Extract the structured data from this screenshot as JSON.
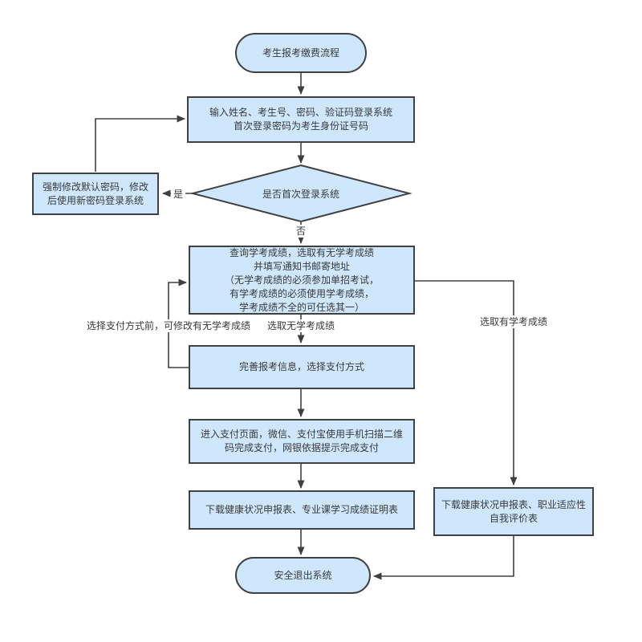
{
  "diagram_title": "考生报考缴费流程",
  "colors": {
    "node_fill": "#CFE7FC",
    "node_border": "#404040",
    "text": "#3A3A3A",
    "line": "#404040",
    "background": "#FFFFFF"
  },
  "nodes": {
    "start": {
      "label": "考生报考缴费流程",
      "shape": "stadium"
    },
    "login": {
      "label": "输入姓名、考生号、密码、验证码登录系统\n首次登录密码为考生身份证号码",
      "shape": "rect"
    },
    "force_change_password": {
      "label": "强制修改默认密码，修改\n后使用新密码登录系统",
      "shape": "rect"
    },
    "first_login_decision": {
      "label": "是否首次登录系统",
      "shape": "diamond"
    },
    "query_scores": {
      "label": "查询学考成绩，选取有无学考成绩\n并填写通知书邮寄地址\n（无学考成绩的必须参加单招考试，\n有学考成绩的必须使用学考成绩，\n学考成绩不全的可任选其一）",
      "shape": "rect"
    },
    "complete_info": {
      "label": "完善报考信息，选择支付方式",
      "shape": "rect"
    },
    "payment": {
      "label": "进入支付页面，微信、支付宝使用手机扫描二维\n码完成支付，网银依据提示完成支付",
      "shape": "rect"
    },
    "download_left": {
      "label": "下载健康状况申报表、专业课学习成绩证明表",
      "shape": "rect"
    },
    "download_right": {
      "label": "下载健康状况申报表、职业适应性\n自我评价表",
      "shape": "rect"
    },
    "end": {
      "label": "安全退出系统",
      "shape": "stadium"
    }
  },
  "edge_labels": {
    "yes": "是",
    "no": "否",
    "pick_no_scores": "选取无学考成绩",
    "pick_has_scores": "选取有学考成绩",
    "before_payment_note": "选择支付方式前，可修改有无学考成绩"
  }
}
